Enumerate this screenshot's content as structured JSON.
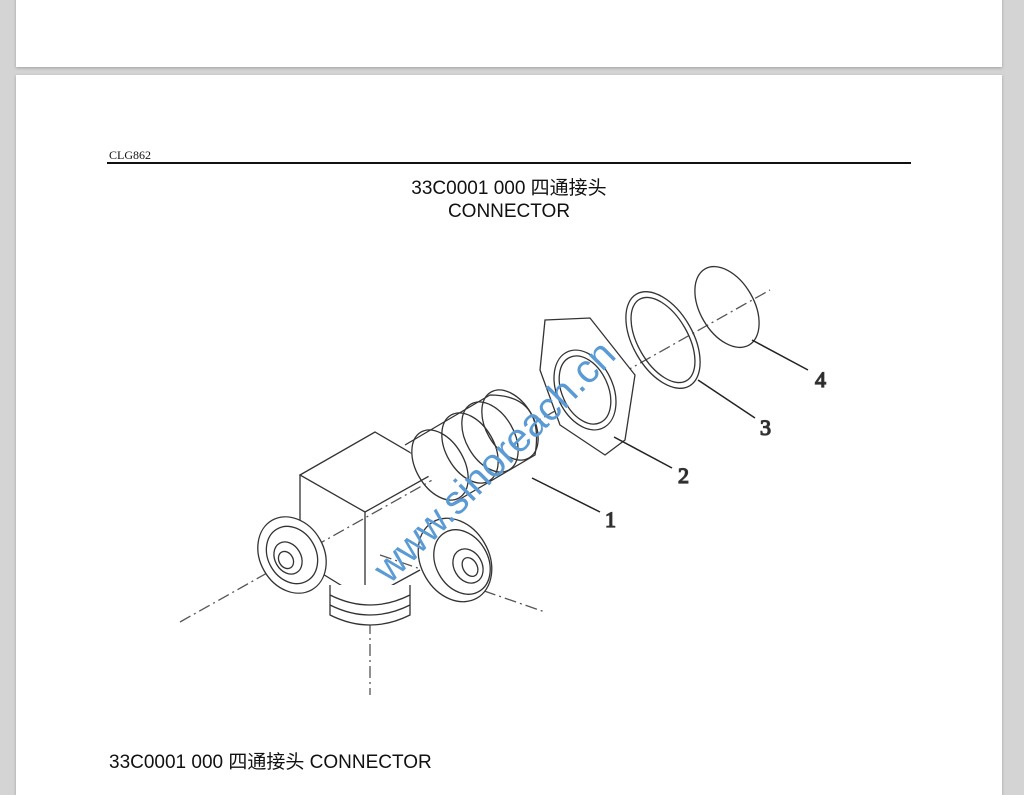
{
  "header": {
    "model": "CLG862"
  },
  "title": {
    "line1": "33C0001 000  四通接头",
    "line2": "CONNECTOR"
  },
  "figure": {
    "callouts": [
      "1",
      "2",
      "3",
      "4"
    ],
    "watermark": "www.sinoreach.cn"
  },
  "footer": {
    "caption": "33C0001 000  四通接头  CONNECTOR"
  }
}
